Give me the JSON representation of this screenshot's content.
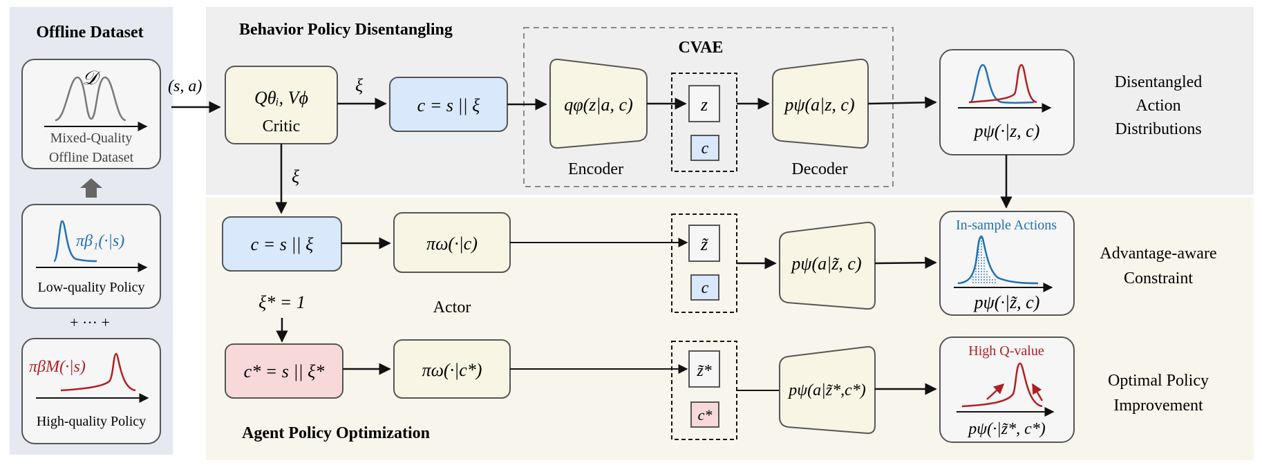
{
  "colors": {
    "left_panel_bg": "#e6e9f0",
    "top_panel_bg": "#efefef",
    "bottom_panel_bg": "#f8f5ec",
    "beige_box": "#f8f5e4",
    "blue_box": "#d9e8fb",
    "pink_box": "#f8d9d9",
    "white_box": "#f6f6f6",
    "blue_curve": "#1f6fb5",
    "red_curve": "#b01e22",
    "stroke": "#333333"
  },
  "left_panel": {
    "title": "Offline Dataset",
    "dataset_symbol": "𝒟",
    "dataset_caption_1": "Mixed-Quality",
    "dataset_caption_2": "Offline Dataset",
    "low_policy_math": "πβ₁(·|s)",
    "low_policy_label": "Low-quality Policy",
    "dots": "+ ··· +",
    "high_policy_math": "πβM(·|s)",
    "high_policy_label": "High-quality Policy"
  },
  "top_section": {
    "title": "Behavior Policy Disentangling",
    "input_label": "(s, a)",
    "critic_math": "Qθᵢ, Vϕ",
    "critic_label": "Critic",
    "xi_label_right": "ξ",
    "xi_label_down": "ξ",
    "concat_math": "c = s || ξ",
    "cvae_label": "CVAE",
    "encoder_math": "qφ(z|a, c)",
    "encoder_label": "Encoder",
    "latent_z": "z",
    "latent_c": "c",
    "decoder_math": "pψ(a|z, c)",
    "decoder_label": "Decoder",
    "output_math": "pψ(·|z, c)",
    "right_label_1": "Disentangled",
    "right_label_2": "Action",
    "right_label_3": "Distributions"
  },
  "middle_row": {
    "concat_math": "c = s || ξ",
    "actor_math": "πω(·|c)",
    "actor_label": "Actor",
    "latent_z": "z̃",
    "latent_c": "c",
    "decoder_math": "pψ(a|z̃, c)",
    "output_title": "In-sample Actions",
    "output_math": "pψ(·|z̃, c)",
    "right_label_1": "Advantage-aware",
    "right_label_2": "Constraint"
  },
  "bottom_row": {
    "xi_star": "ξ* = 1",
    "concat_math": "c* = s || ξ*",
    "actor_math": "πω(·|c*)",
    "latent_z": "z̃*",
    "latent_c": "c*",
    "decoder_math": "pψ(a|z̃*,c*)",
    "output_title": "High Q-value",
    "output_math": "pψ(·|z̃*, c*)",
    "right_label_1": "Optimal Policy",
    "right_label_2": "Improvement",
    "section_title": "Agent Policy Optimization"
  }
}
